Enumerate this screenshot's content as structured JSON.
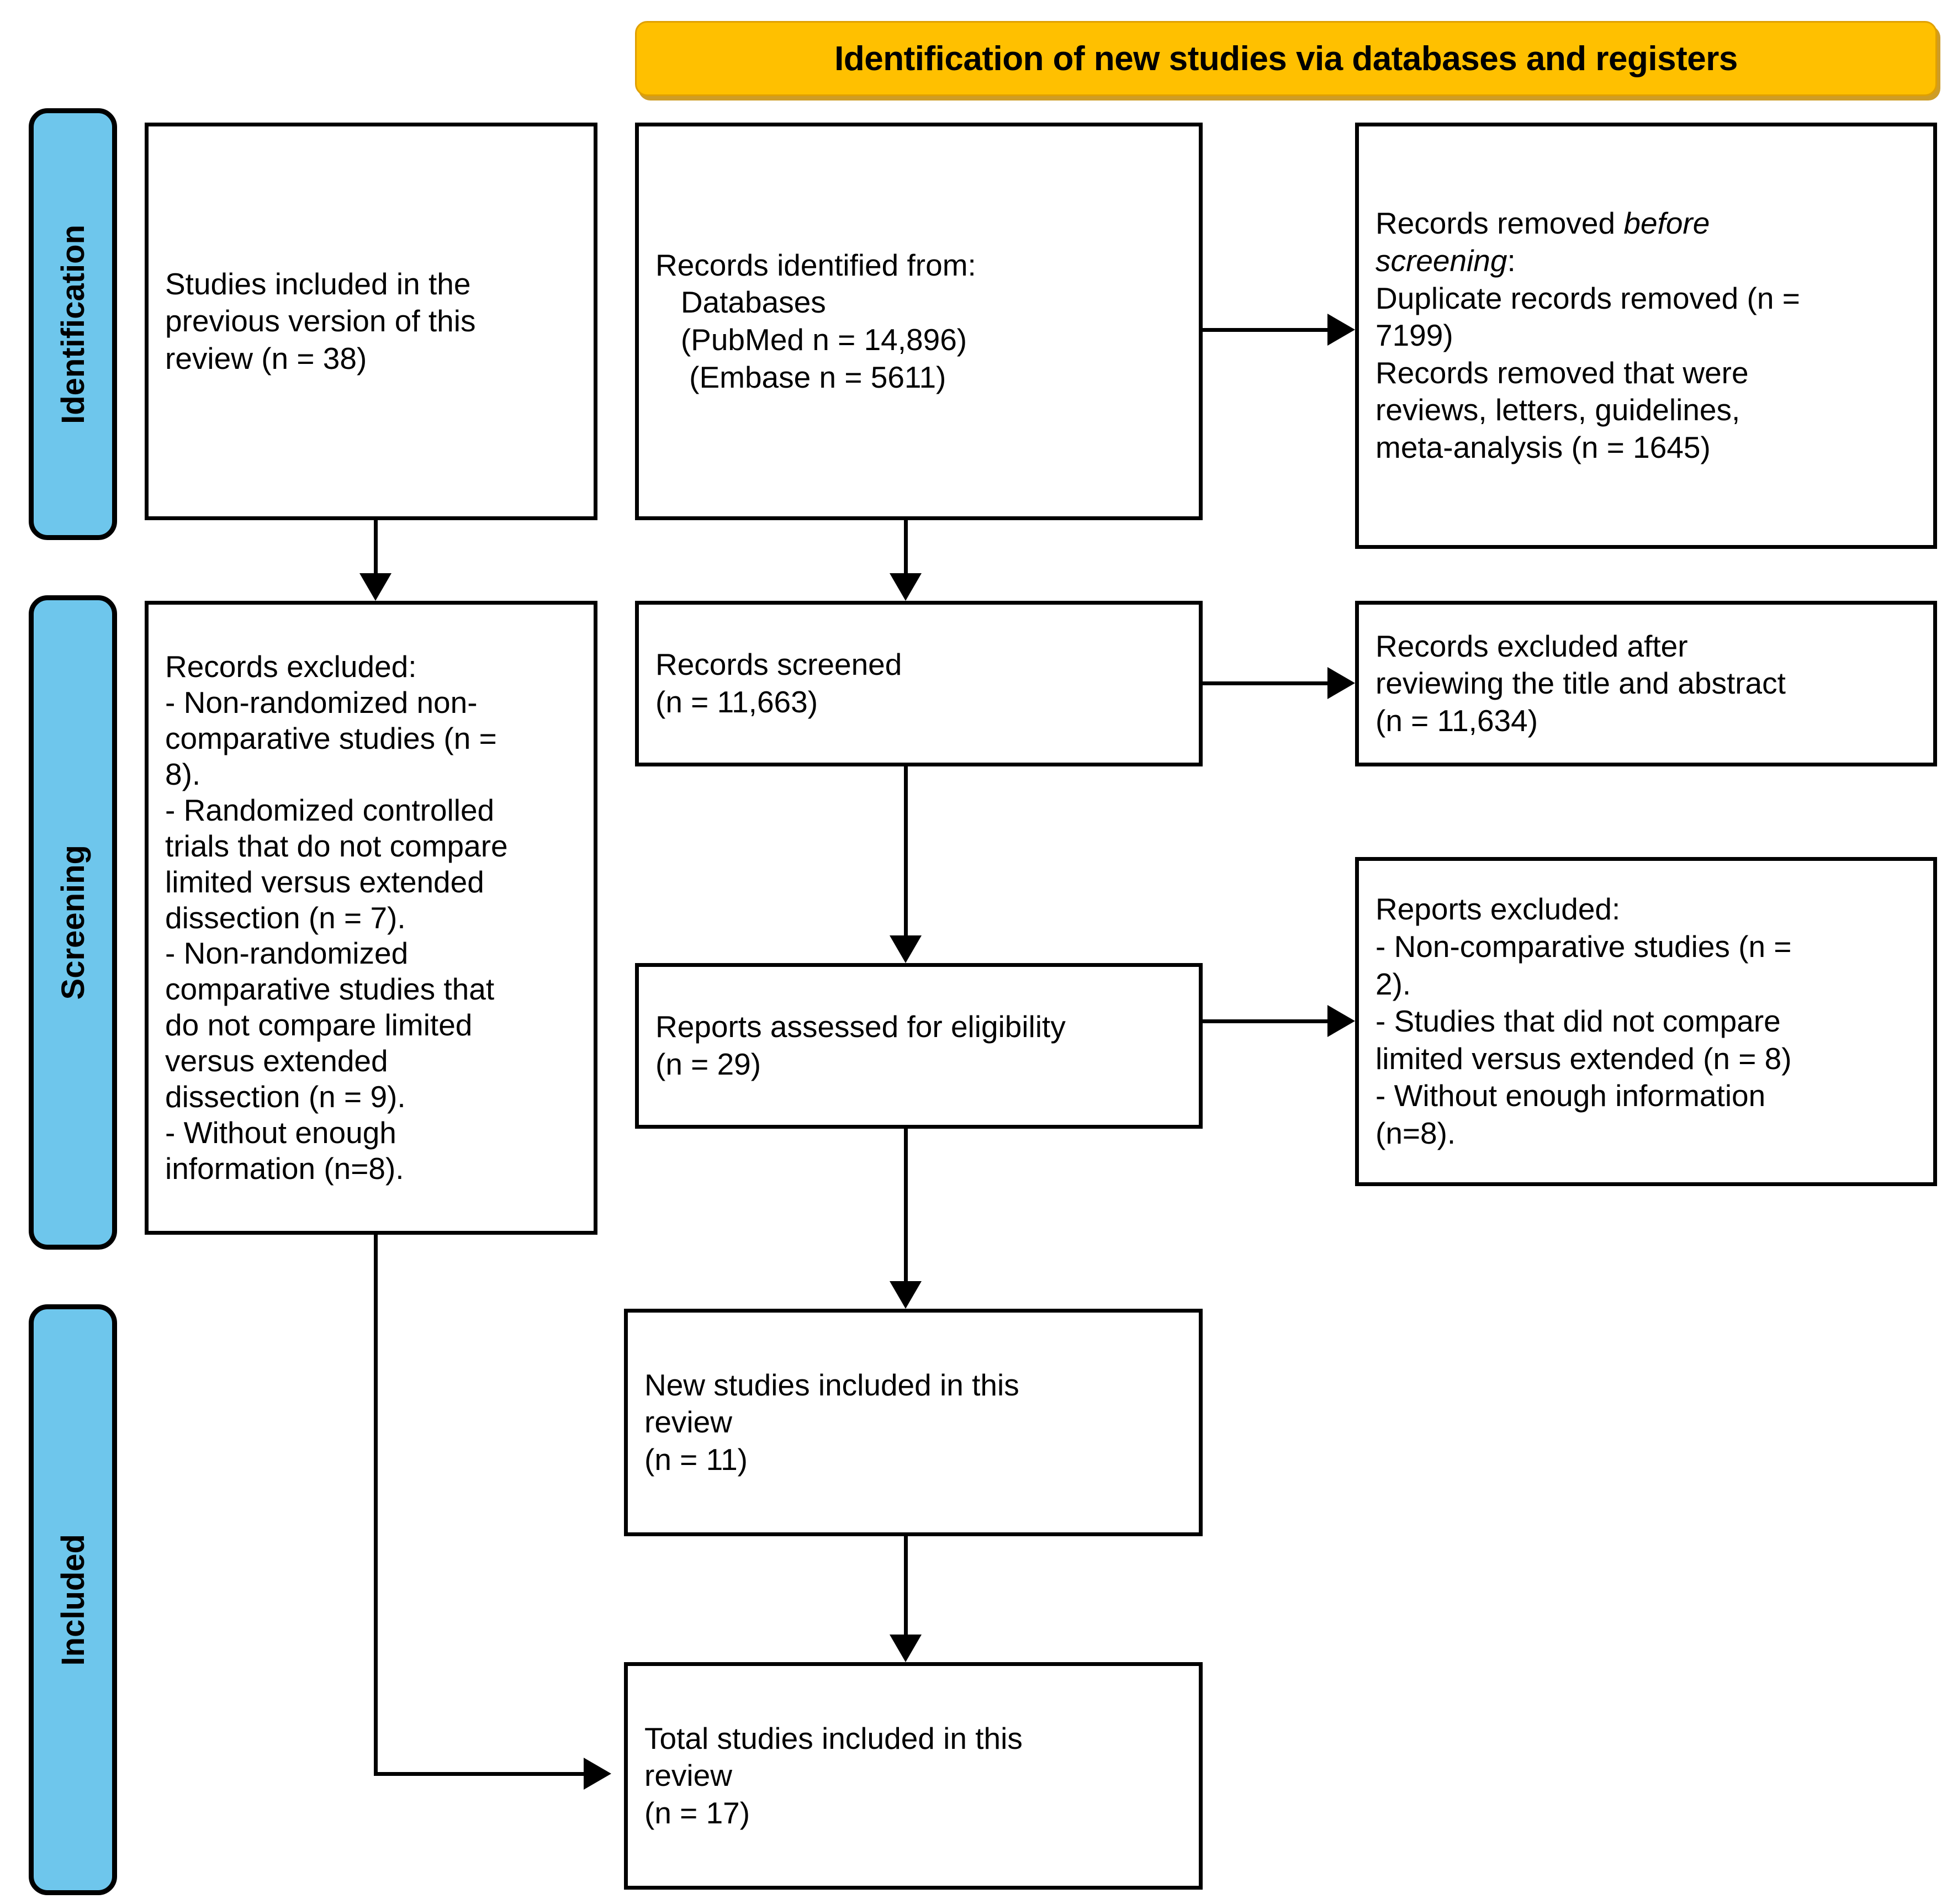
{
  "header": {
    "title": "Identification of new studies via databases and registers",
    "banner_color": "#FFC000"
  },
  "stages": {
    "accent_color": "#6EC6EC",
    "items": [
      {
        "label": "Identification"
      },
      {
        "label": "Screening"
      },
      {
        "label": "Included"
      }
    ]
  },
  "boxes": {
    "prev_studies": {
      "text": "Studies included in the\nprevious version of this\nreview (n = 38)"
    },
    "records_identified": {
      "text": "Records identified from:\n   Databases\n   (PubMed n = 14,896)\n    (Embase n = 5611)"
    },
    "records_removed_line1_prefix": "Records removed ",
    "records_removed_line1_em": "before",
    "records_removed_line2_em": "screening",
    "records_removed_line2_suffix": ":",
    "records_removed_rest": "Duplicate records removed (n =\n7199)\nRecords removed that were\nreviews, letters, guidelines,\nmeta-analysis (n = 1645)",
    "records_excluded_left": {
      "text": "Records excluded:\n- Non-randomized non-\ncomparative studies (n =\n8).\n- Randomized controlled\ntrials that do not compare\nlimited versus extended\ndissection (n = 7).\n- Non-randomized\ncomparative studies that\ndo not compare limited\nversus extended\ndissection (n = 9).\n- Without enough\ninformation (n=8)."
    },
    "records_screened": {
      "text": "Records screened\n(n = 11,663)"
    },
    "records_excluded_title_abstract": {
      "text": "Records excluded after\nreviewing the title and abstract\n(n = 11,634)"
    },
    "reports_assessed": {
      "text": "Reports assessed for eligibility\n(n = 29)"
    },
    "reports_excluded": {
      "text": "Reports excluded:\n- Non-comparative studies (n =\n2).\n- Studies that did not compare\nlimited versus extended (n = 8)\n- Without enough information\n(n=8)."
    },
    "new_studies": {
      "text": "New studies included in this\nreview\n(n = 11)"
    },
    "total_studies": {
      "text": "Total studies included in this\nreview\n(n = 17)"
    }
  }
}
